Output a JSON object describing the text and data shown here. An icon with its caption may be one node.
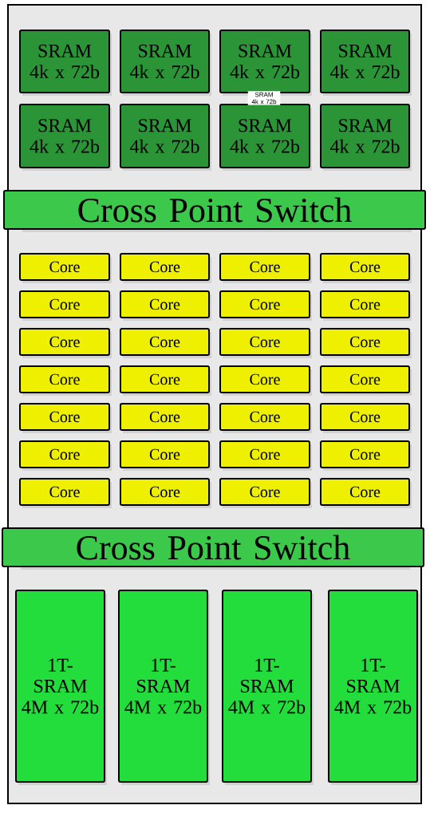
{
  "diagram": {
    "nodes": [
      {
        "text": [],
        "shape": "box"
      },
      {
        "text": [
          "SRAM 4k x 72b"
        ],
        "in": 0
      },
      {
        "text": [
          "SRAM 4k x 72b"
        ],
        "in": 0
      },
      {
        "text": [
          "SRAM 4k x 72b"
        ],
        "in": 0
      },
      {
        "text": [
          "SRAM 4k x 72b"
        ],
        "in": 0
      },
      {
        "text": [
          "SRAM 4k x 72b"
        ],
        "in": 0
      },
      {
        "text": [
          "SRAM 4k x 72b"
        ],
        "in": 0
      },
      {
        "text": [
          "SRAM 4k x 72b"
        ],
        "in": 0
      },
      {
        "text": [
          "SRAM 4k x 72b"
        ],
        "in": 0
      },
      {
        "text": [
          "Cross Point Switch"
        ],
        "in": 0
      },
      {
        "text": [
          "Core"
        ],
        "in": 0
      },
      {
        "text": [
          "Core"
        ],
        "in": 0
      },
      {
        "text": [
          "Core"
        ],
        "in": 0
      },
      {
        "text": [
          "Core"
        ],
        "in": 0
      },
      {
        "text": [
          "Core"
        ],
        "in": 0
      },
      {
        "text": [
          "Core"
        ],
        "in": 0
      },
      {
        "text": [
          "Core"
        ],
        "in": 0
      },
      {
        "text": [
          "Core"
        ],
        "in": 0
      },
      {
        "text": [
          "Core"
        ],
        "in": 0
      },
      {
        "text": [
          "Core"
        ],
        "in": 0
      },
      {
        "text": [
          "Core"
        ],
        "in": 0
      },
      {
        "text": [
          "Core"
        ],
        "in": 0
      },
      {
        "text": [
          "Core"
        ],
        "in": 0
      },
      {
        "text": [
          "Core"
        ],
        "in": 0
      },
      {
        "text": [
          "Core"
        ],
        "in": 0
      },
      {
        "text": [
          "Core"
        ],
        "in": 0
      },
      {
        "text": [
          "Core"
        ],
        "in": 0
      },
      {
        "text": [
          "Core"
        ],
        "in": 0
      },
      {
        "text": [
          "Core"
        ],
        "in": 0
      },
      {
        "text": [
          "Core"
        ],
        "in": 0
      },
      {
        "text": [
          "Core"
        ],
        "in": 0
      },
      {
        "text": [
          "Core"
        ],
        "in": 0
      },
      {
        "text": [
          "Core"
        ],
        "in": 0
      },
      {
        "text": [
          "Core"
        ],
        "in": 0
      },
      {
        "text": [
          "Core"
        ],
        "in": 0
      },
      {
        "text": [
          "Core"
        ],
        "in": 0
      },
      {
        "text": [
          "Core"
        ],
        "in": 0
      },
      {
        "text": [
          "Core"
        ],
        "in": 0
      },
      {
        "text": [
          "Cross Point Switch"
        ],
        "in": 0
      },
      {
        "text": [
          "1T-SRAM 4M x 72b"
        ],
        "in": 0
      },
      {
        "text": [
          "1T-SRAM 4M x 72b"
        ],
        "in": 0
      },
      {
        "text": [
          "1T-SRAM 4M x 72b"
        ],
        "in": 0
      },
      {
        "text": [
          "1T-SRAM 4M x 72b"
        ],
        "in": 0
      }
    ],
    "labels": [
      "SRAM 4k x 72b"
    ]
  }
}
